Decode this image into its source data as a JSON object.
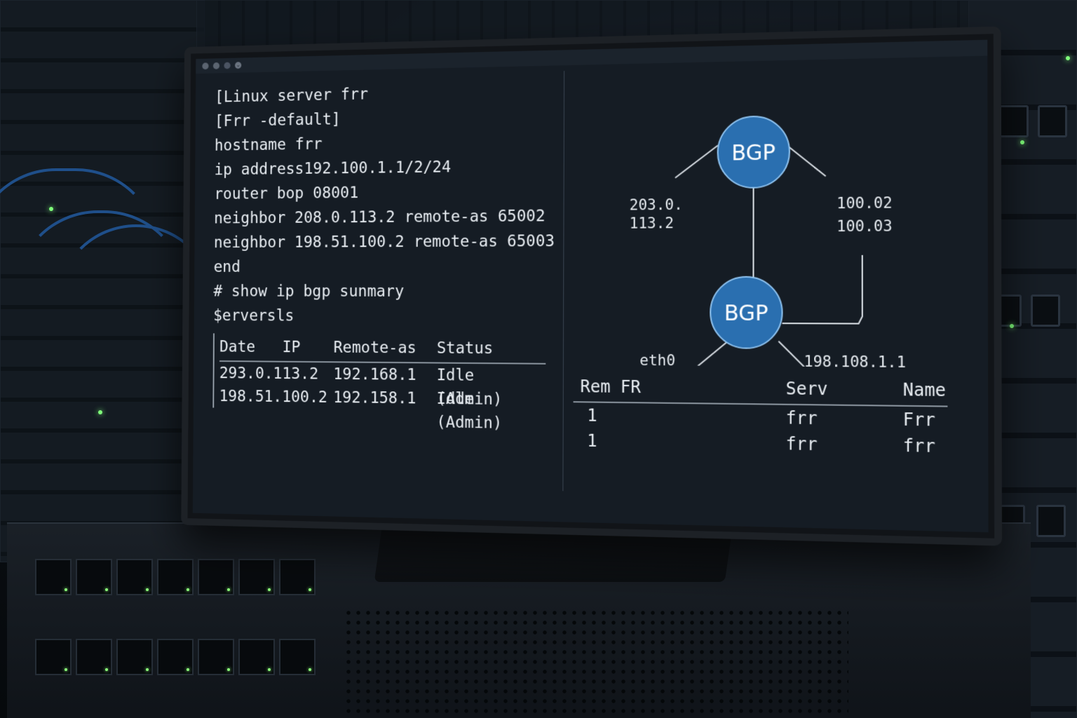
{
  "terminal": {
    "lines": [
      "[Linux server frr",
      " [Frr -default]",
      " hostname frr",
      " ip address192.100.1.1/2/24",
      " router bop 08001",
      " neighbor 208.0.113.2 remote-as 65002",
      " neighbor 198.51.100.2 remote-as 65003",
      " end",
      "# show ip bgp sunmary",
      "$erversls"
    ],
    "table": {
      "headers": [
        "Date",
        "IP",
        "Remote-as",
        "Status"
      ],
      "header_cells": [
        "Date   IP",
        "Remote-as",
        "Status"
      ],
      "rows": [
        [
          "293.0.113.2",
          "192.168.1",
          "Idle (Admin)"
        ],
        [
          "198.51.100.2",
          "192.158.1",
          "Idle (Admin)"
        ]
      ]
    }
  },
  "diagram": {
    "nodes": [
      {
        "label": "BGP"
      },
      {
        "label": "BGP"
      }
    ],
    "labels": {
      "top_left_1": "203.0.",
      "top_left_2": "113.2",
      "top_right_1": "100.02",
      "top_right_2": "100.03",
      "bottom_left": "eth0",
      "bottom_right": "198.108.1.1"
    },
    "colors": {
      "node_fill": "#2a6fb0",
      "node_stroke": "#8fc3f0",
      "edge": "#d8dee4"
    }
  },
  "right_table": {
    "headers": [
      "Rem FR",
      "Serv",
      "Name"
    ],
    "rows": [
      [
        "1",
        "frr",
        "Frr"
      ],
      [
        "1",
        "frr",
        "frr"
      ]
    ]
  }
}
